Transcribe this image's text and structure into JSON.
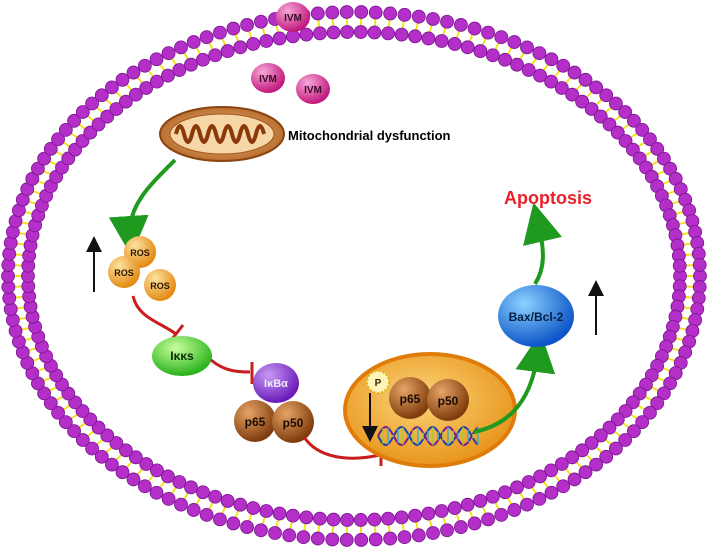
{
  "labels": {
    "ivm": "IVM",
    "mito": "Mitochondrial dysfunction",
    "ros": "ROS",
    "ikks": "Iκκs",
    "ikba": "IκBα",
    "p65": "p65",
    "p50": "p50",
    "phospho": "P",
    "bax": "Bax/Bcl-2",
    "apoptosis": "Apoptosis"
  },
  "colors": {
    "membrane_head": "#b42ec8",
    "membrane_tail": "#f0e21a",
    "ivm": "#d6288f",
    "mitochondrion": "#c47a32",
    "ros": "#f2a93a",
    "ikks": "#3fcf2a",
    "ikba": "#8a2fd0",
    "p_subunit": "#a55a1c",
    "nucleus": "#f3a21d",
    "bax": "#1a6fe0",
    "activation_arrow": "#1f9a1f",
    "inhibition_line": "#c81e1e",
    "apoptosis_text": "#e8202a"
  },
  "arrows": {
    "ros_level": "up",
    "nfkb_nuclear": "down",
    "bax_ratio": "up"
  }
}
